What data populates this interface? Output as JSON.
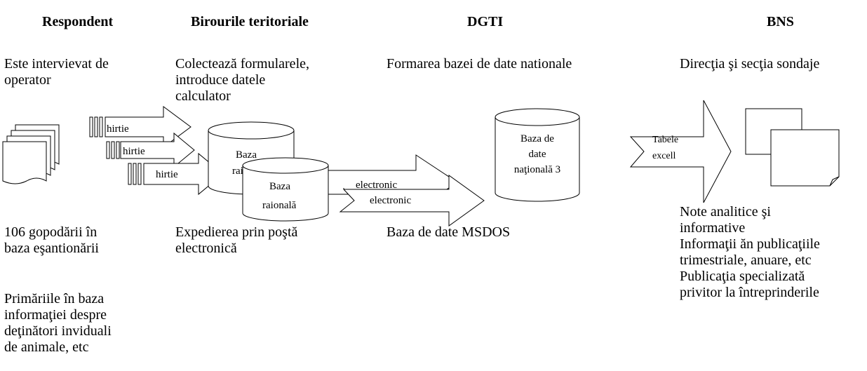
{
  "columns": {
    "respondent": "Respondent",
    "birouri": "Birourile teritoriale",
    "dgti": "DGTI",
    "bns": "BNS"
  },
  "texts": {
    "respondent_top": "Este intervievat de\noperator",
    "birouri_top": "Colectează formularele,\nintroduce datele\ncalculator",
    "dgti_top": "Formarea bazei de date nationale",
    "bns_top": "Direcţia şi secţia sondaje",
    "respondent_bottom1": "106 gopodării în\nbaza eşantionării",
    "respondent_bottom2": "Primăriile în baza\ninformaţiei despre\ndeţinători inviduali\nde animale, etc",
    "birouri_bottom": "Expedierea prin poştă\nelectronică",
    "dgti_bottom": "Baza de date MSDOS",
    "bns_bottom": "Note analitice şi\ninformative\nInformaţii ăn publicaţiile\ntrimestriale, anuare, etc\nPublicaţia specializată\nprivitor la întreprinderile"
  },
  "diagram": {
    "paper_arrows": [
      "hirtie",
      "hirtie",
      "hirtie"
    ],
    "baza_back": "Baza",
    "baza_back_partial": "rai",
    "baza_front_l1": "Baza",
    "baza_front_l2": "raională",
    "electronic_arrows": [
      "electronic",
      "electronic"
    ],
    "national_db_l1": "Baza de",
    "national_db_l2": "date",
    "national_db_l3": "naţională 3",
    "tabele_l1": "Tabele",
    "tabele_l2": "excell"
  }
}
